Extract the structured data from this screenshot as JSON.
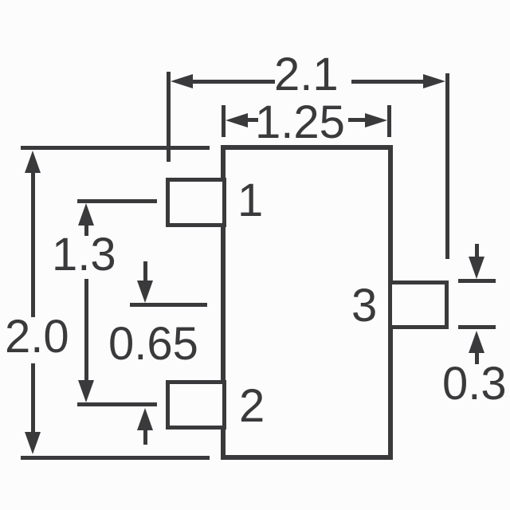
{
  "diagram_type": "component-package-outline-drawing",
  "colors": {
    "line": "#3a3a3c",
    "background": "#fcfcfc"
  },
  "pins": [
    {
      "label": "1"
    },
    {
      "label": "2"
    },
    {
      "label": "3"
    }
  ],
  "dimensions": {
    "overall_width": "2.1",
    "body_width": "1.25",
    "overall_height": "2.0",
    "pin1_to_pin2_pitch": "1.3",
    "pin3_to_pin2_pitch": "0.65",
    "pin_thickness": "0.3"
  }
}
